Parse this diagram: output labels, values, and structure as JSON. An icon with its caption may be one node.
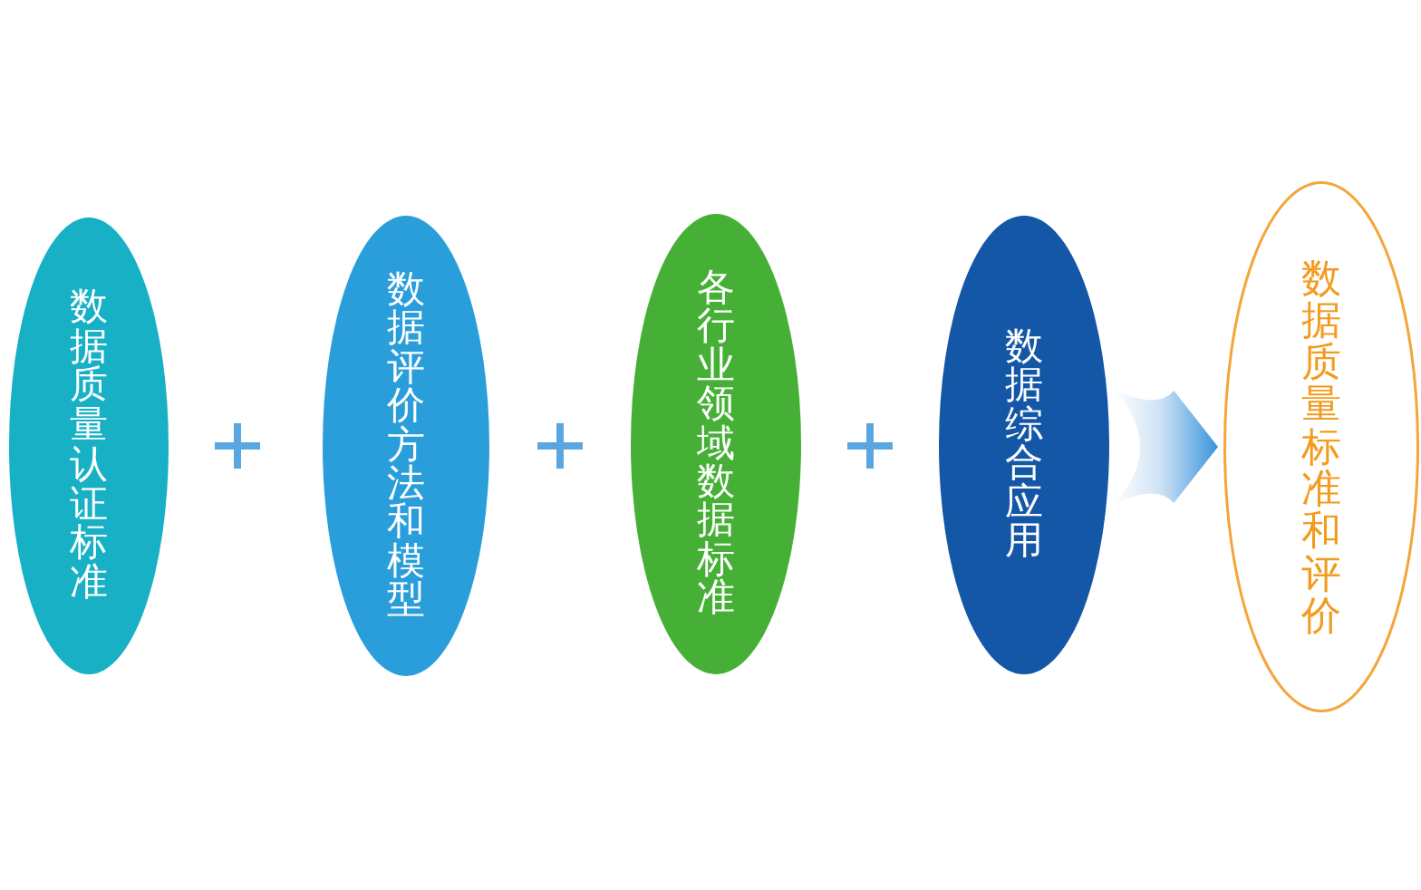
{
  "diagram": {
    "nodes": [
      {
        "text": [
          "数据质量认证标准"
        ]
      },
      {
        "text": [
          "数据评价方法和模型"
        ]
      },
      {
        "text": [
          "各行业领域数据标准"
        ]
      },
      {
        "text": [
          "数据综合应用"
        ]
      },
      {
        "text": [
          "数据质量标准和评价"
        ]
      }
    ],
    "edges": [
      {
        "from": 3,
        "to": 4,
        "arrow": "to"
      }
    ]
  }
}
